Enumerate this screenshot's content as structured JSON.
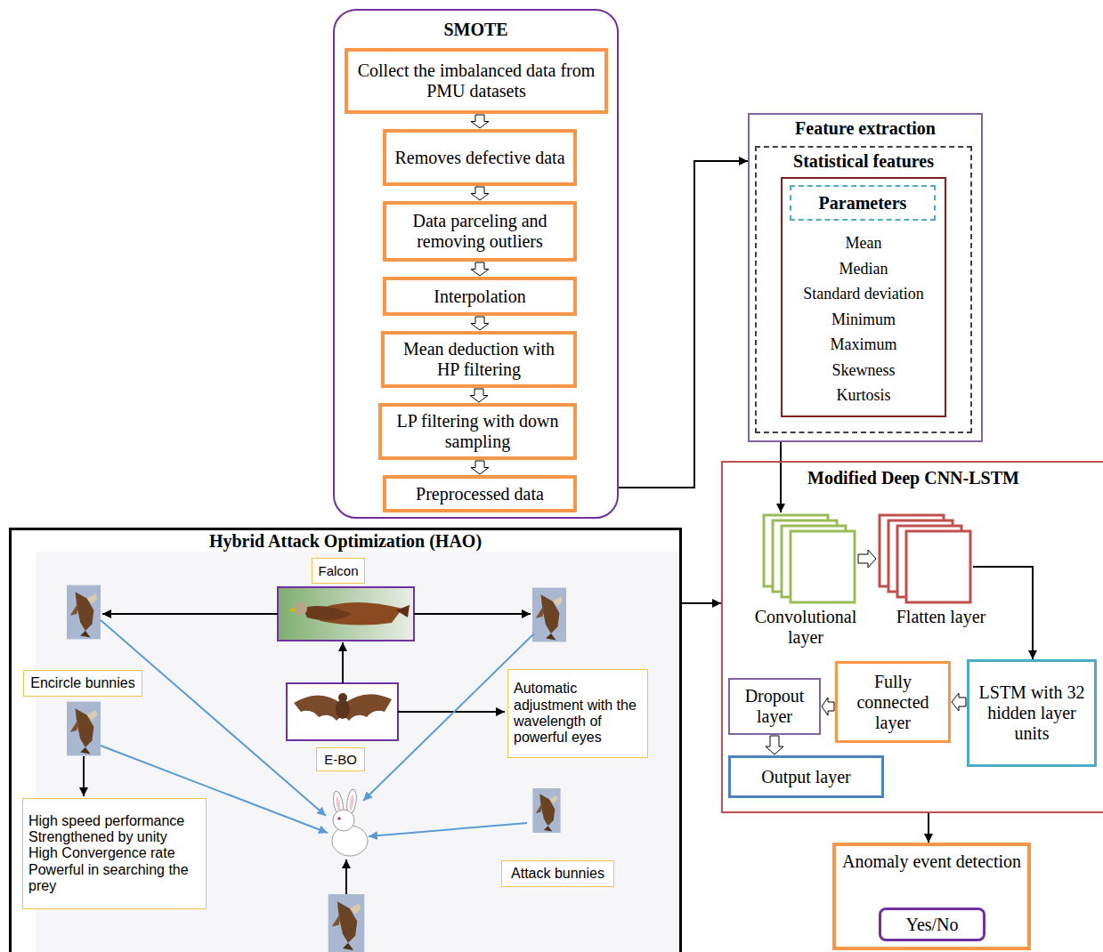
{
  "diagram": {
    "nodes": [
      {
        "text": [
          "SMOTE"
        ]
      },
      {
        "text": [
          "Collect the imbalanced data from PMU datasets"
        ],
        "in": 0
      },
      {
        "text": [
          "Removes defective data"
        ],
        "in": 0
      },
      {
        "text": [
          "Data parceling and removing outliers"
        ],
        "in": 0
      },
      {
        "text": [
          "Interpolation"
        ],
        "in": 0
      },
      {
        "text": [
          "Mean deduction with HP filtering"
        ],
        "in": 0
      },
      {
        "text": [
          "LP filtering with down sampling"
        ],
        "in": 0
      },
      {
        "text": [
          "Preprocessed data"
        ],
        "in": 0
      },
      {
        "text": [
          "Feature extraction"
        ]
      },
      {
        "text": [
          "Statistical features"
        ],
        "in": 8
      },
      {
        "text": [
          "Mean",
          "Median",
          "Standard deviation",
          "Minimum",
          "Maximum",
          "Skewness",
          "Kurtosis"
        ],
        "in": 9
      },
      {
        "text": [
          "Parameters"
        ],
        "in": 10
      },
      {
        "text": [
          "Modified Deep CNN-LSTM"
        ]
      },
      {
        "text": [
          "Convolutional layer"
        ],
        "in": 12
      },
      {
        "text": [
          "Flatten layer"
        ],
        "in": 12
      },
      {
        "text": [
          "LSTM with 32 hidden layer units"
        ],
        "in": 12
      },
      {
        "text": [
          "Fully connected layer"
        ],
        "in": 12
      },
      {
        "text": [
          "Dropout layer"
        ],
        "in": 12
      },
      {
        "text": [
          "Output layer"
        ],
        "in": 12
      },
      {
        "text": [
          "Anomaly event detection"
        ]
      },
      {
        "text": [
          "Yes/No"
        ],
        "in": 19
      },
      {
        "text": [
          "Hybrid Attack Optimization (HAO)"
        ]
      },
      {
        "text": [
          "Falcon"
        ],
        "in": 21
      },
      {
        "text": [
          "Encircle bunnies"
        ],
        "in": 21
      },
      {
        "text": [
          "E-BO"
        ],
        "in": 21
      },
      {
        "text": [
          "Automatic adjustment with the wavelength of powerful eyes"
        ],
        "in": 21
      },
      {
        "text": [
          "High speed performance",
          "Strengthened by unity",
          "High Convergence rate",
          "Powerful in searching the prey"
        ],
        "in": 21
      },
      {
        "text": [
          "Attack bunnies"
        ],
        "in": 21
      }
    ],
    "edges": [
      {
        "from": 1,
        "to": 2,
        "arrow": "to"
      },
      {
        "from": 2,
        "to": 3,
        "arrow": "to"
      },
      {
        "from": 3,
        "to": 4,
        "arrow": "to"
      },
      {
        "from": 4,
        "to": 5,
        "arrow": "to"
      },
      {
        "from": 5,
        "to": 6,
        "arrow": "to"
      },
      {
        "from": 6,
        "to": 7,
        "arrow": "to"
      },
      {
        "from": 0,
        "to": 8,
        "arrow": "to"
      },
      {
        "from": 8,
        "to": 13,
        "arrow": "to"
      },
      {
        "from": 21,
        "to": 12,
        "arrow": "to"
      },
      {
        "from": 13,
        "to": 14,
        "arrow": "to"
      },
      {
        "from": 14,
        "to": 15,
        "arrow": "to"
      },
      {
        "from": 15,
        "to": 16,
        "arrow": "to"
      },
      {
        "from": 16,
        "to": 17,
        "arrow": "to"
      },
      {
        "from": 17,
        "to": 18,
        "arrow": "to"
      },
      {
        "from": 12,
        "to": 19,
        "arrow": "to"
      }
    ]
  }
}
